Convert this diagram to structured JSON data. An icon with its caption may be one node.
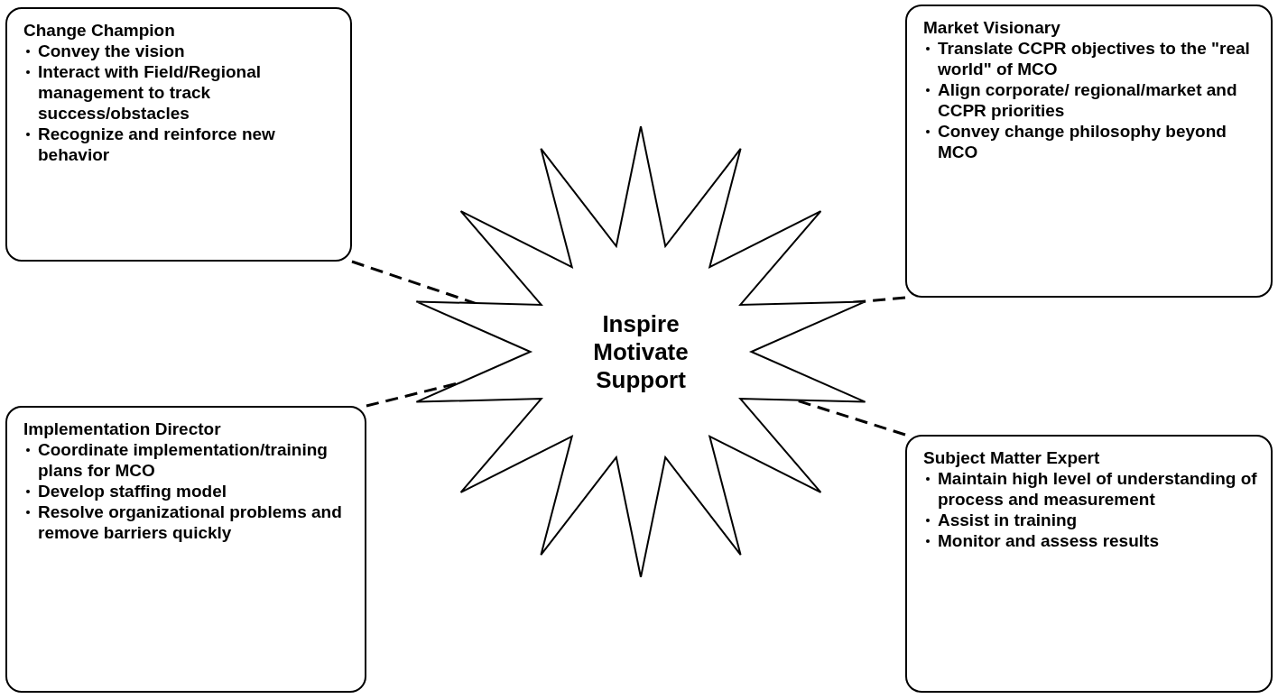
{
  "diagram": {
    "nodes": [
      {
        "text": [
          "Change Champion",
          "Convey the vision",
          "Interact with Field/Regional management to track success/obstacles",
          "Recognize and reinforce new behavior"
        ]
      },
      {
        "text": [
          "Market Visionary",
          "Translate CCPR objectives to the \"real world\" of MCO",
          "Align corporate/ regional/market and CCPR priorities",
          "Convey change philosophy beyond MCO"
        ]
      },
      {
        "text": [
          "Inspire",
          "Motivate",
          "Support"
        ]
      },
      {
        "text": [
          "Implementation Director",
          "Coordinate implementation/training plans for MCO",
          "Develop staffing model",
          "Resolve organizational problems and remove barriers quickly"
        ]
      },
      {
        "text": [
          "Subject Matter Expert",
          "Maintain high level of understanding of process and measurement",
          "Assist in training",
          "Monitor and assess results"
        ]
      }
    ],
    "edges": [
      {
        "from": 0,
        "to": 2,
        "arrow": "none",
        "style": "dashed"
      },
      {
        "from": 1,
        "to": 2,
        "arrow": "none",
        "style": "dashed"
      },
      {
        "from": 3,
        "to": 2,
        "arrow": "none",
        "style": "dashed"
      },
      {
        "from": 4,
        "to": 2,
        "arrow": "none",
        "style": "dashed"
      }
    ]
  }
}
